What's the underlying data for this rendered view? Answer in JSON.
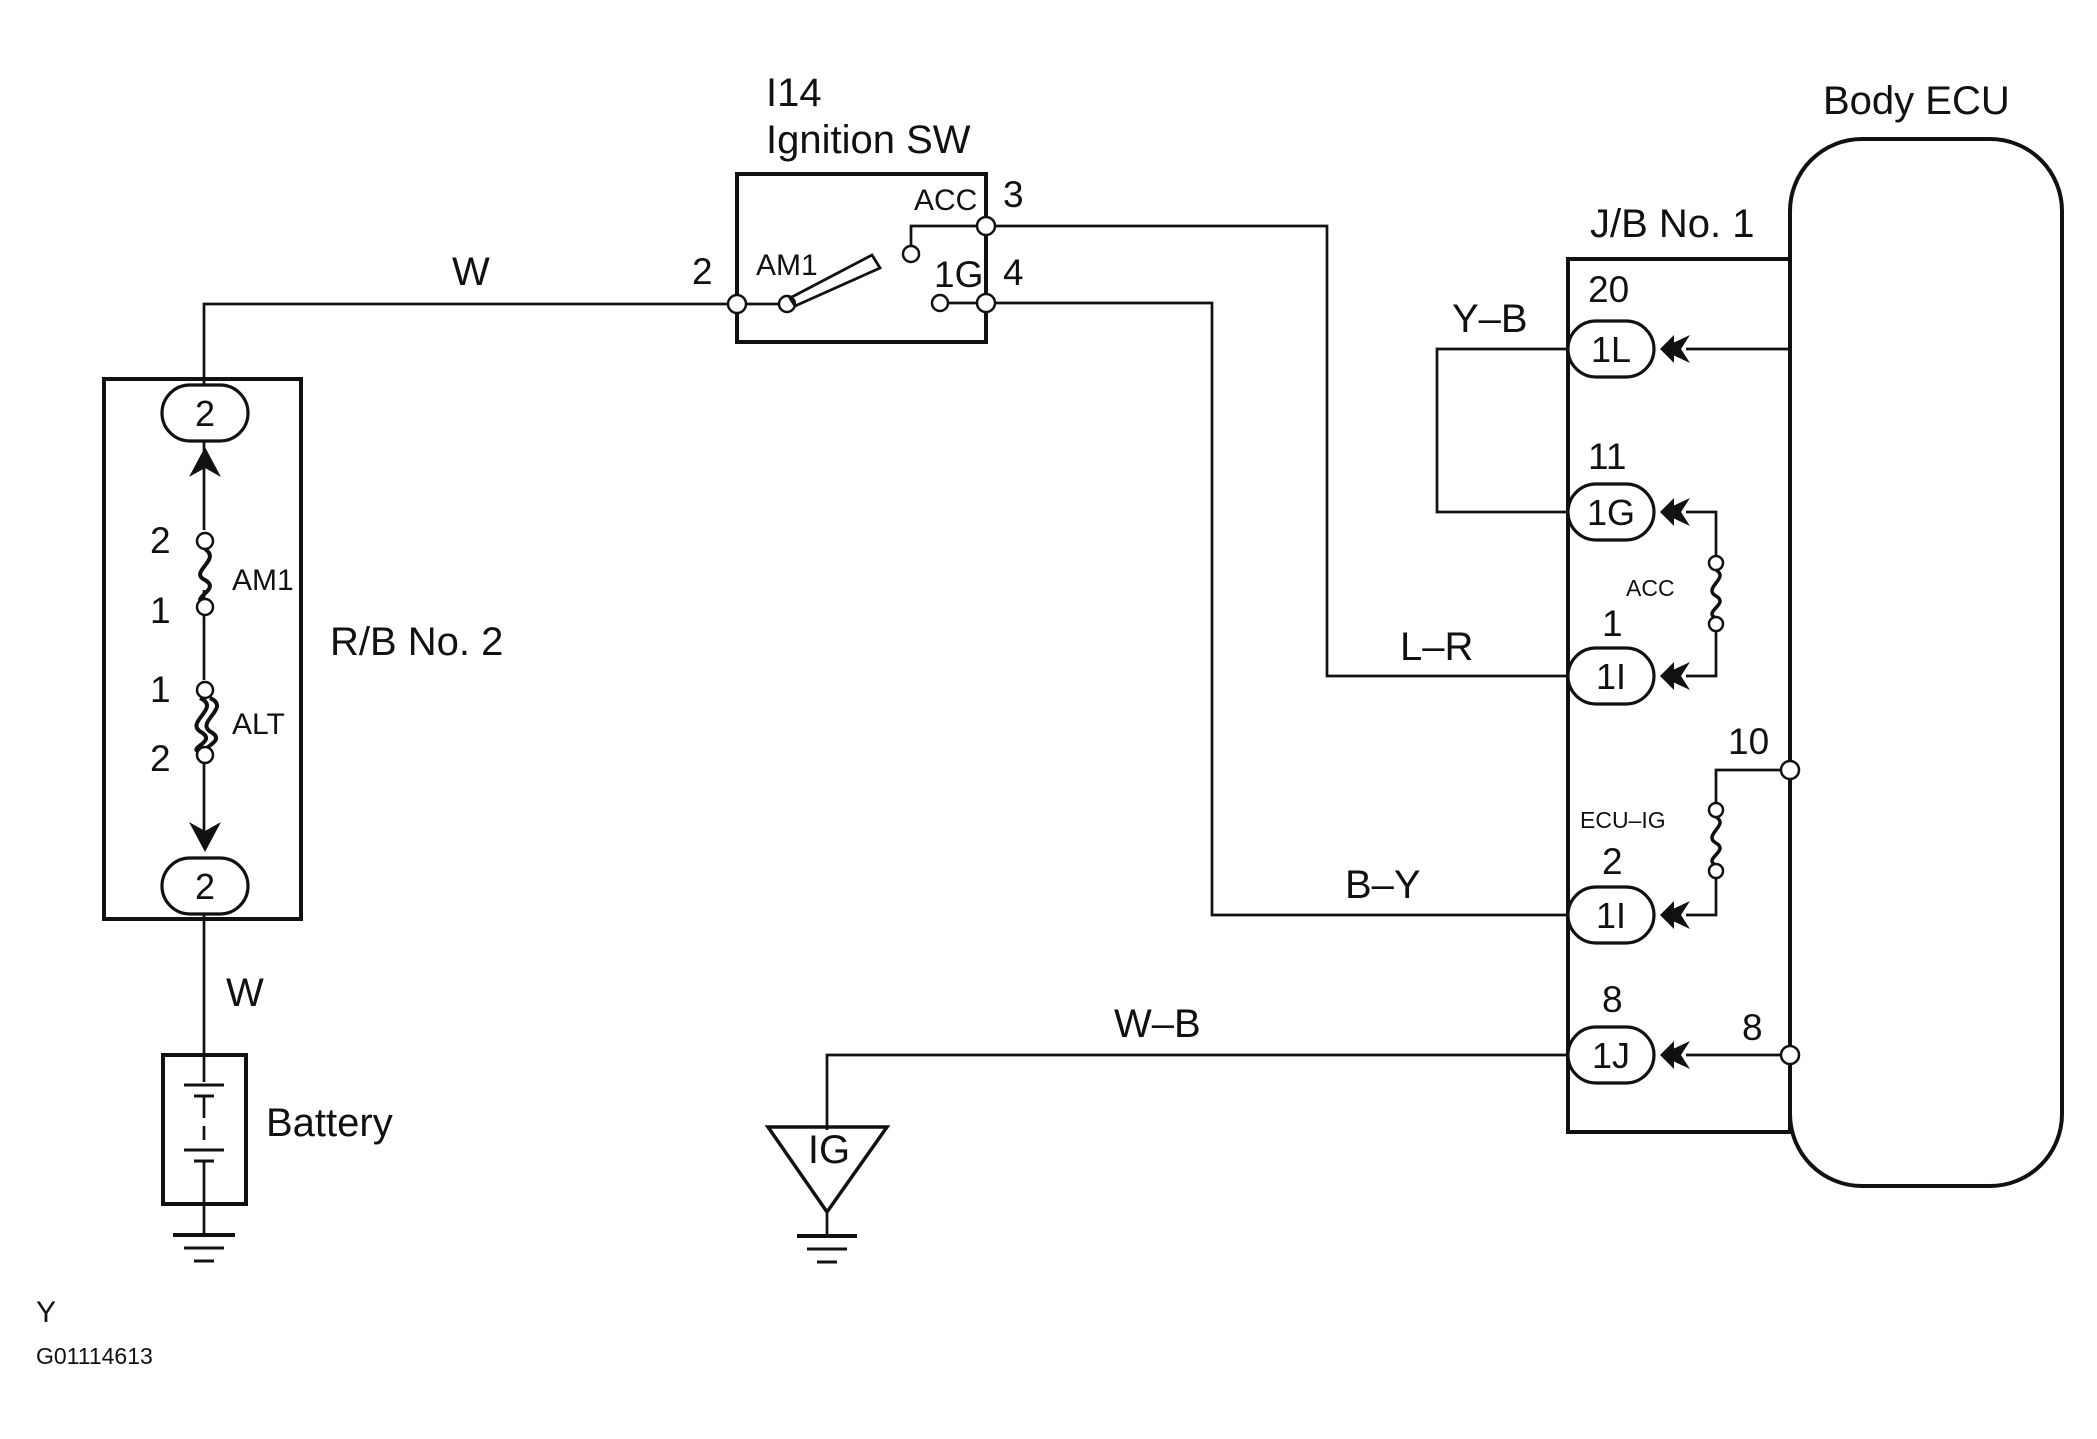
{
  "ignition_switch": {
    "code": "I14",
    "name": "Ignition SW",
    "contact_am1": "AM1",
    "contact_acc": "ACC",
    "contact_ig": "1G",
    "pin_am1": "2",
    "pin_acc": "3",
    "pin_ig": "4"
  },
  "relay_block": {
    "name": "R/B No. 2",
    "connector_top": "2",
    "connector_bottom": "2",
    "fuse_am1": {
      "label": "AM1",
      "pin_top": "2",
      "pin_bottom": "1"
    },
    "fuse_alt": {
      "label": "ALT",
      "pin_top": "1",
      "pin_bottom": "2"
    }
  },
  "battery": {
    "label": "Battery"
  },
  "junction_block": {
    "name": "J/B No. 1",
    "connectors": [
      {
        "pin": "20",
        "label": "1L"
      },
      {
        "pin": "11",
        "label": "1G"
      },
      {
        "pin": "1",
        "label": "1I"
      },
      {
        "pin": "2",
        "label": "1I"
      },
      {
        "pin": "8",
        "label": "1J"
      }
    ],
    "fuse_acc": "ACC",
    "fuse_ecu_ig": "ECU–IG"
  },
  "body_ecu": {
    "name": "Body ECU",
    "pin_ig": "10",
    "pin_gnd": "8"
  },
  "ground_point": {
    "label": "IG"
  },
  "wires": {
    "battery_to_rb": "W",
    "rb_to_ignition": "W",
    "jumper_1l_1g": "Y–B",
    "acc_feed": "L–R",
    "ig_feed": "B–Y",
    "ground": "W–B"
  },
  "footer": {
    "letter": "Y",
    "figure_id": "G01114613"
  }
}
